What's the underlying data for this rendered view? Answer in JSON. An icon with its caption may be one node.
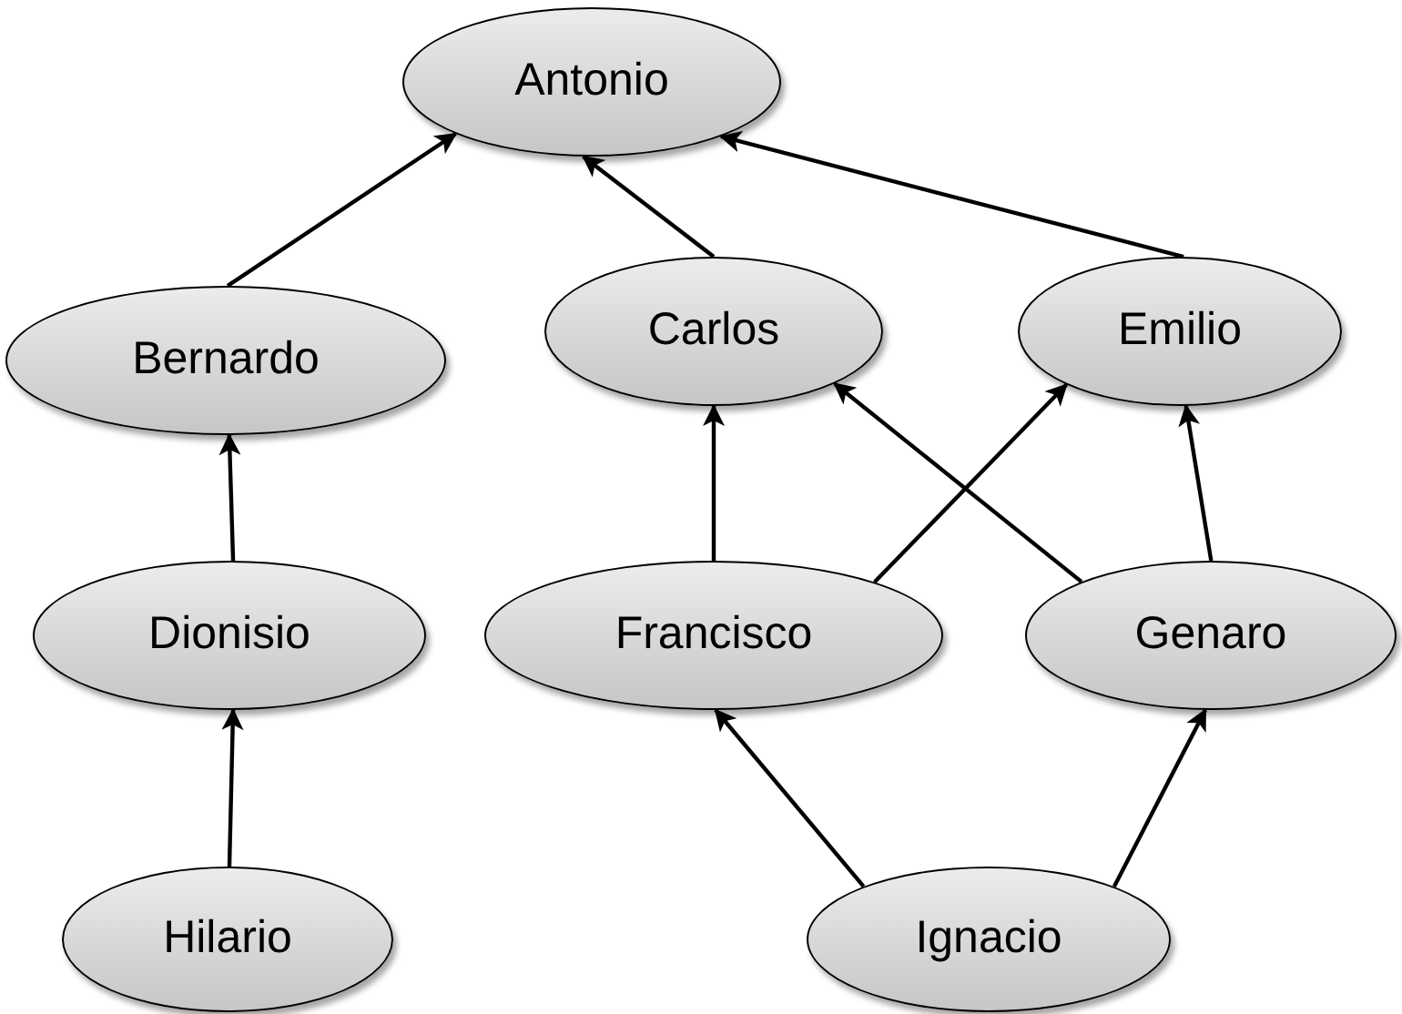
{
  "diagram": {
    "nodes": [
      {
        "text": [
          "Antonio"
        ]
      },
      {
        "text": [
          "Bernardo"
        ]
      },
      {
        "text": [
          "Carlos"
        ]
      },
      {
        "text": [
          "Emilio"
        ]
      },
      {
        "text": [
          "Dionisio"
        ]
      },
      {
        "text": [
          "Francisco"
        ]
      },
      {
        "text": [
          "Genaro"
        ]
      },
      {
        "text": [
          "Hilario"
        ]
      },
      {
        "text": [
          "Ignacio"
        ]
      }
    ],
    "edges": [
      {
        "from": 1,
        "to": 0,
        "arrow": "to"
      },
      {
        "from": 2,
        "to": 0,
        "arrow": "to"
      },
      {
        "from": 3,
        "to": 0,
        "arrow": "to"
      },
      {
        "from": 4,
        "to": 1,
        "arrow": "to"
      },
      {
        "from": 7,
        "to": 4,
        "arrow": "to"
      },
      {
        "from": 5,
        "to": 2,
        "arrow": "to"
      },
      {
        "from": 5,
        "to": 3,
        "arrow": "to"
      },
      {
        "from": 6,
        "to": 2,
        "arrow": "to"
      },
      {
        "from": 6,
        "to": 3,
        "arrow": "to"
      },
      {
        "from": 8,
        "to": 5,
        "arrow": "to"
      },
      {
        "from": 8,
        "to": 6,
        "arrow": "to"
      }
    ]
  }
}
